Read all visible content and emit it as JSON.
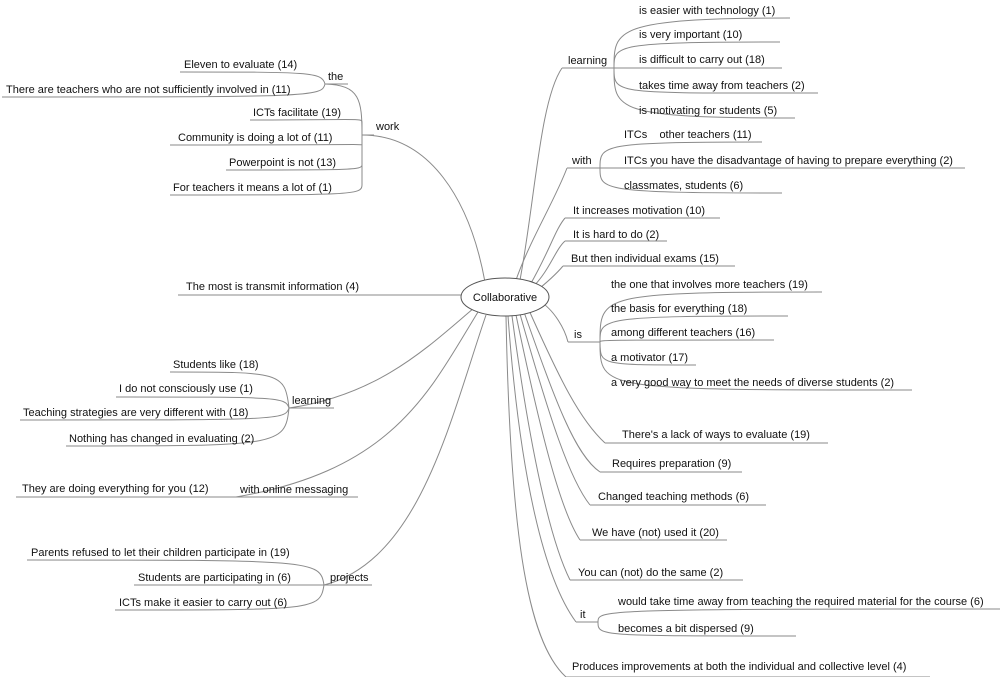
{
  "center": "Collaborative",
  "left": {
    "work": {
      "label": "work",
      "the": {
        "label": "the",
        "items": [
          "Eleven to evaluate (14)",
          "There are teachers who are not sufficiently involved in (11)"
        ]
      },
      "items": [
        "ICTs facilitate (19)",
        "Community is doing a lot of  (11)",
        "Powerpoint is not  (13)",
        "For teachers it means a lot of (1)"
      ]
    },
    "transmit": "The most is  transmit information  (4)",
    "learning": {
      "label": "learning",
      "items": [
        "Students like (18)",
        "I do not consciously use (1)",
        "Teaching strategies are very different with  (18)",
        "Nothing has changed in evaluating (2)"
      ]
    },
    "online": {
      "label": "with online messaging",
      "items": [
        "They are doing everything for you (12)"
      ]
    },
    "projects": {
      "label": "projects",
      "items": [
        "Parents refused to let their children participate in (19)",
        "Students are participating in (6)",
        "ICTs make it easier to carry out (6)"
      ]
    }
  },
  "right": {
    "learning": {
      "label": "learning",
      "items": [
        "is easier with technology (1)",
        "is very important (10)",
        "is difficult to carry out (18)",
        "takes time away from teachers (2)",
        "is motivating for students (5)"
      ]
    },
    "with": {
      "label": "with",
      "items": [
        "ITCs    other teachers (11)",
        "ITCs you have the disadvantage of having to prepare everything (2)",
        "classmates, students (6)"
      ]
    },
    "singles_top": [
      "It increases motivation  (10)",
      "It is hard to do (2)",
      "But then individual exams (15)"
    ],
    "is": {
      "label": "is",
      "items": [
        "the one that involves more teachers (19)",
        "the basis for everything (18)",
        "among different teachers (16)",
        "a motivator (17)",
        "a  very good way to meet the needs of diverse students (2)"
      ]
    },
    "singles_mid": [
      "There's a lack of ways to evaluate (19)",
      "Requires preparation (9)",
      "Changed teaching methods (6)",
      "We have (not) used it (20)",
      "You can (not) do the same (2)"
    ],
    "it": {
      "label": "it",
      "items": [
        "would take time away from teaching the required material for the course (6)",
        "becomes a bit dispersed (9)"
      ]
    },
    "final": "Produces improvements at both the individual and collective level (4)"
  }
}
